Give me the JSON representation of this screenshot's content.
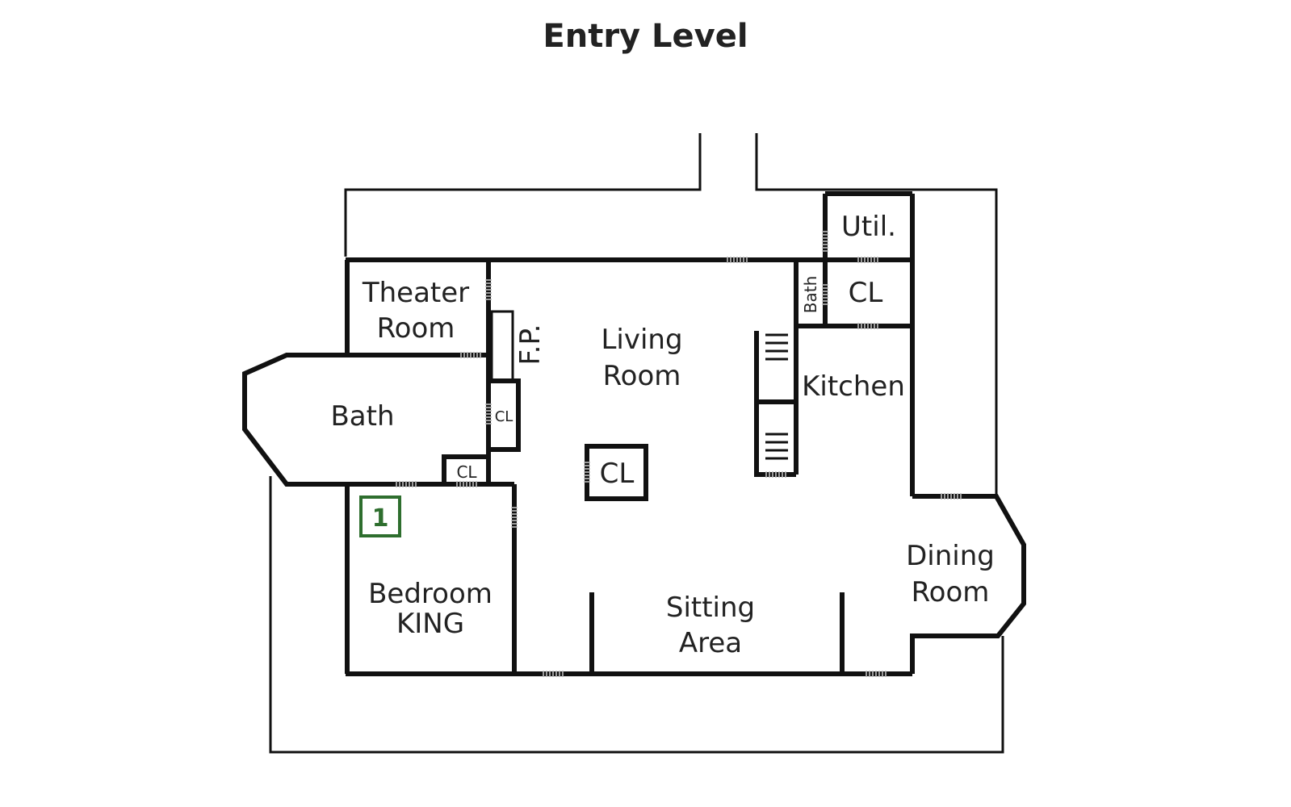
{
  "title": "Entry Level",
  "colors": {
    "wall": "#111111",
    "door": "#9a9a9a",
    "marker": "#2e6e2e"
  },
  "rooms": {
    "theater_line1": "Theater",
    "theater_line2": "Room",
    "fireplace": "F.P.",
    "living_line1": "Living",
    "living_line2": "Room",
    "util": "Util.",
    "bath_small": "Bath",
    "cl_top": "CL",
    "kitchen": "Kitchen",
    "bath_main": "Bath",
    "cl_wall": "CL",
    "cl_small": "CL",
    "cl_center": "CL",
    "bedroom_line1": "Bedroom",
    "bedroom_line2": "KING",
    "sitting_line1": "Sitting",
    "sitting_line2": "Area",
    "dining_line1": "Dining",
    "dining_line2": "Room"
  },
  "marker": {
    "number": "1"
  }
}
